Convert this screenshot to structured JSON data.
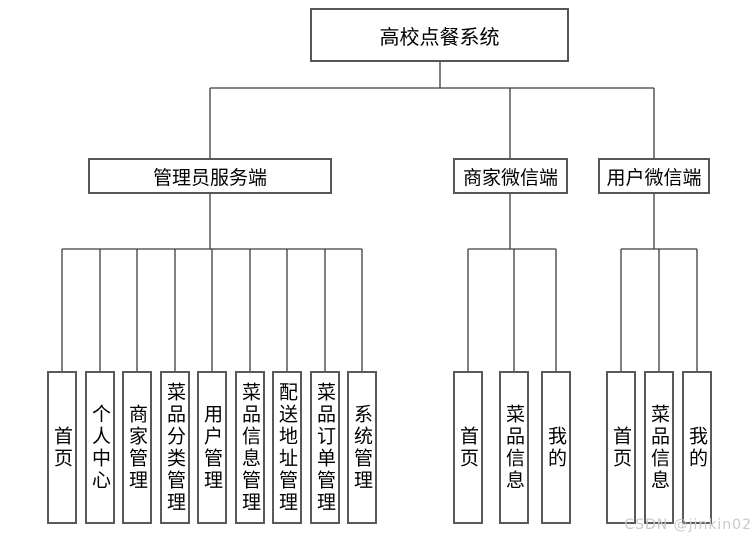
{
  "diagram": {
    "title": "高校点餐系统",
    "branches": [
      {
        "label": "管理员服务端",
        "children": [
          "首页",
          "个人中心",
          "商家管理",
          "菜品分类管理",
          "用户管理",
          "菜品信息管理",
          "配送地址管理",
          "菜品订单管理",
          "系统管理"
        ]
      },
      {
        "label": "商家微信端",
        "children": [
          "首页",
          "菜品信息",
          "我的"
        ]
      },
      {
        "label": "用户微信端",
        "children": [
          "首页",
          "菜品信息",
          "我的"
        ]
      }
    ]
  },
  "watermark": {
    "text": "CSDN @jinkin02"
  },
  "colors": {
    "background": "#ffffff",
    "box_border": "#565656",
    "line": "#3d3d3d",
    "text": "#000000",
    "watermark": "#c9c9c9"
  }
}
